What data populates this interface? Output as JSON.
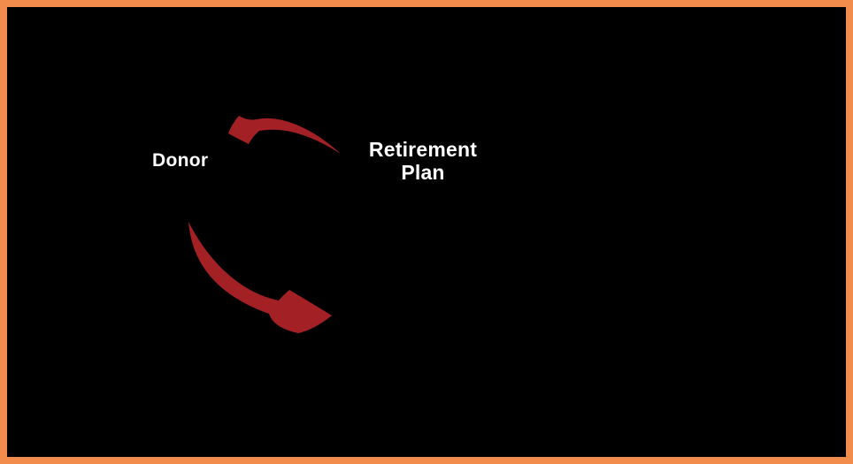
{
  "diagram": {
    "nodes": [
      {
        "id": "donor",
        "label": "Donor"
      },
      {
        "id": "retirement-plan",
        "label": "Retirement\nPlan"
      }
    ],
    "arrows": [
      {
        "id": "retirement-to-donor",
        "from": "retirement-plan",
        "to": "donor",
        "direction": "curved up-left"
      },
      {
        "id": "donor-to-lower-right",
        "from": "donor",
        "to": "off-canvas-lower-right",
        "direction": "curved down-right"
      }
    ],
    "colors": {
      "background": "#000000",
      "border": "#F28C4D",
      "arrow": "#A32025",
      "text": "#FFFFFF"
    }
  }
}
